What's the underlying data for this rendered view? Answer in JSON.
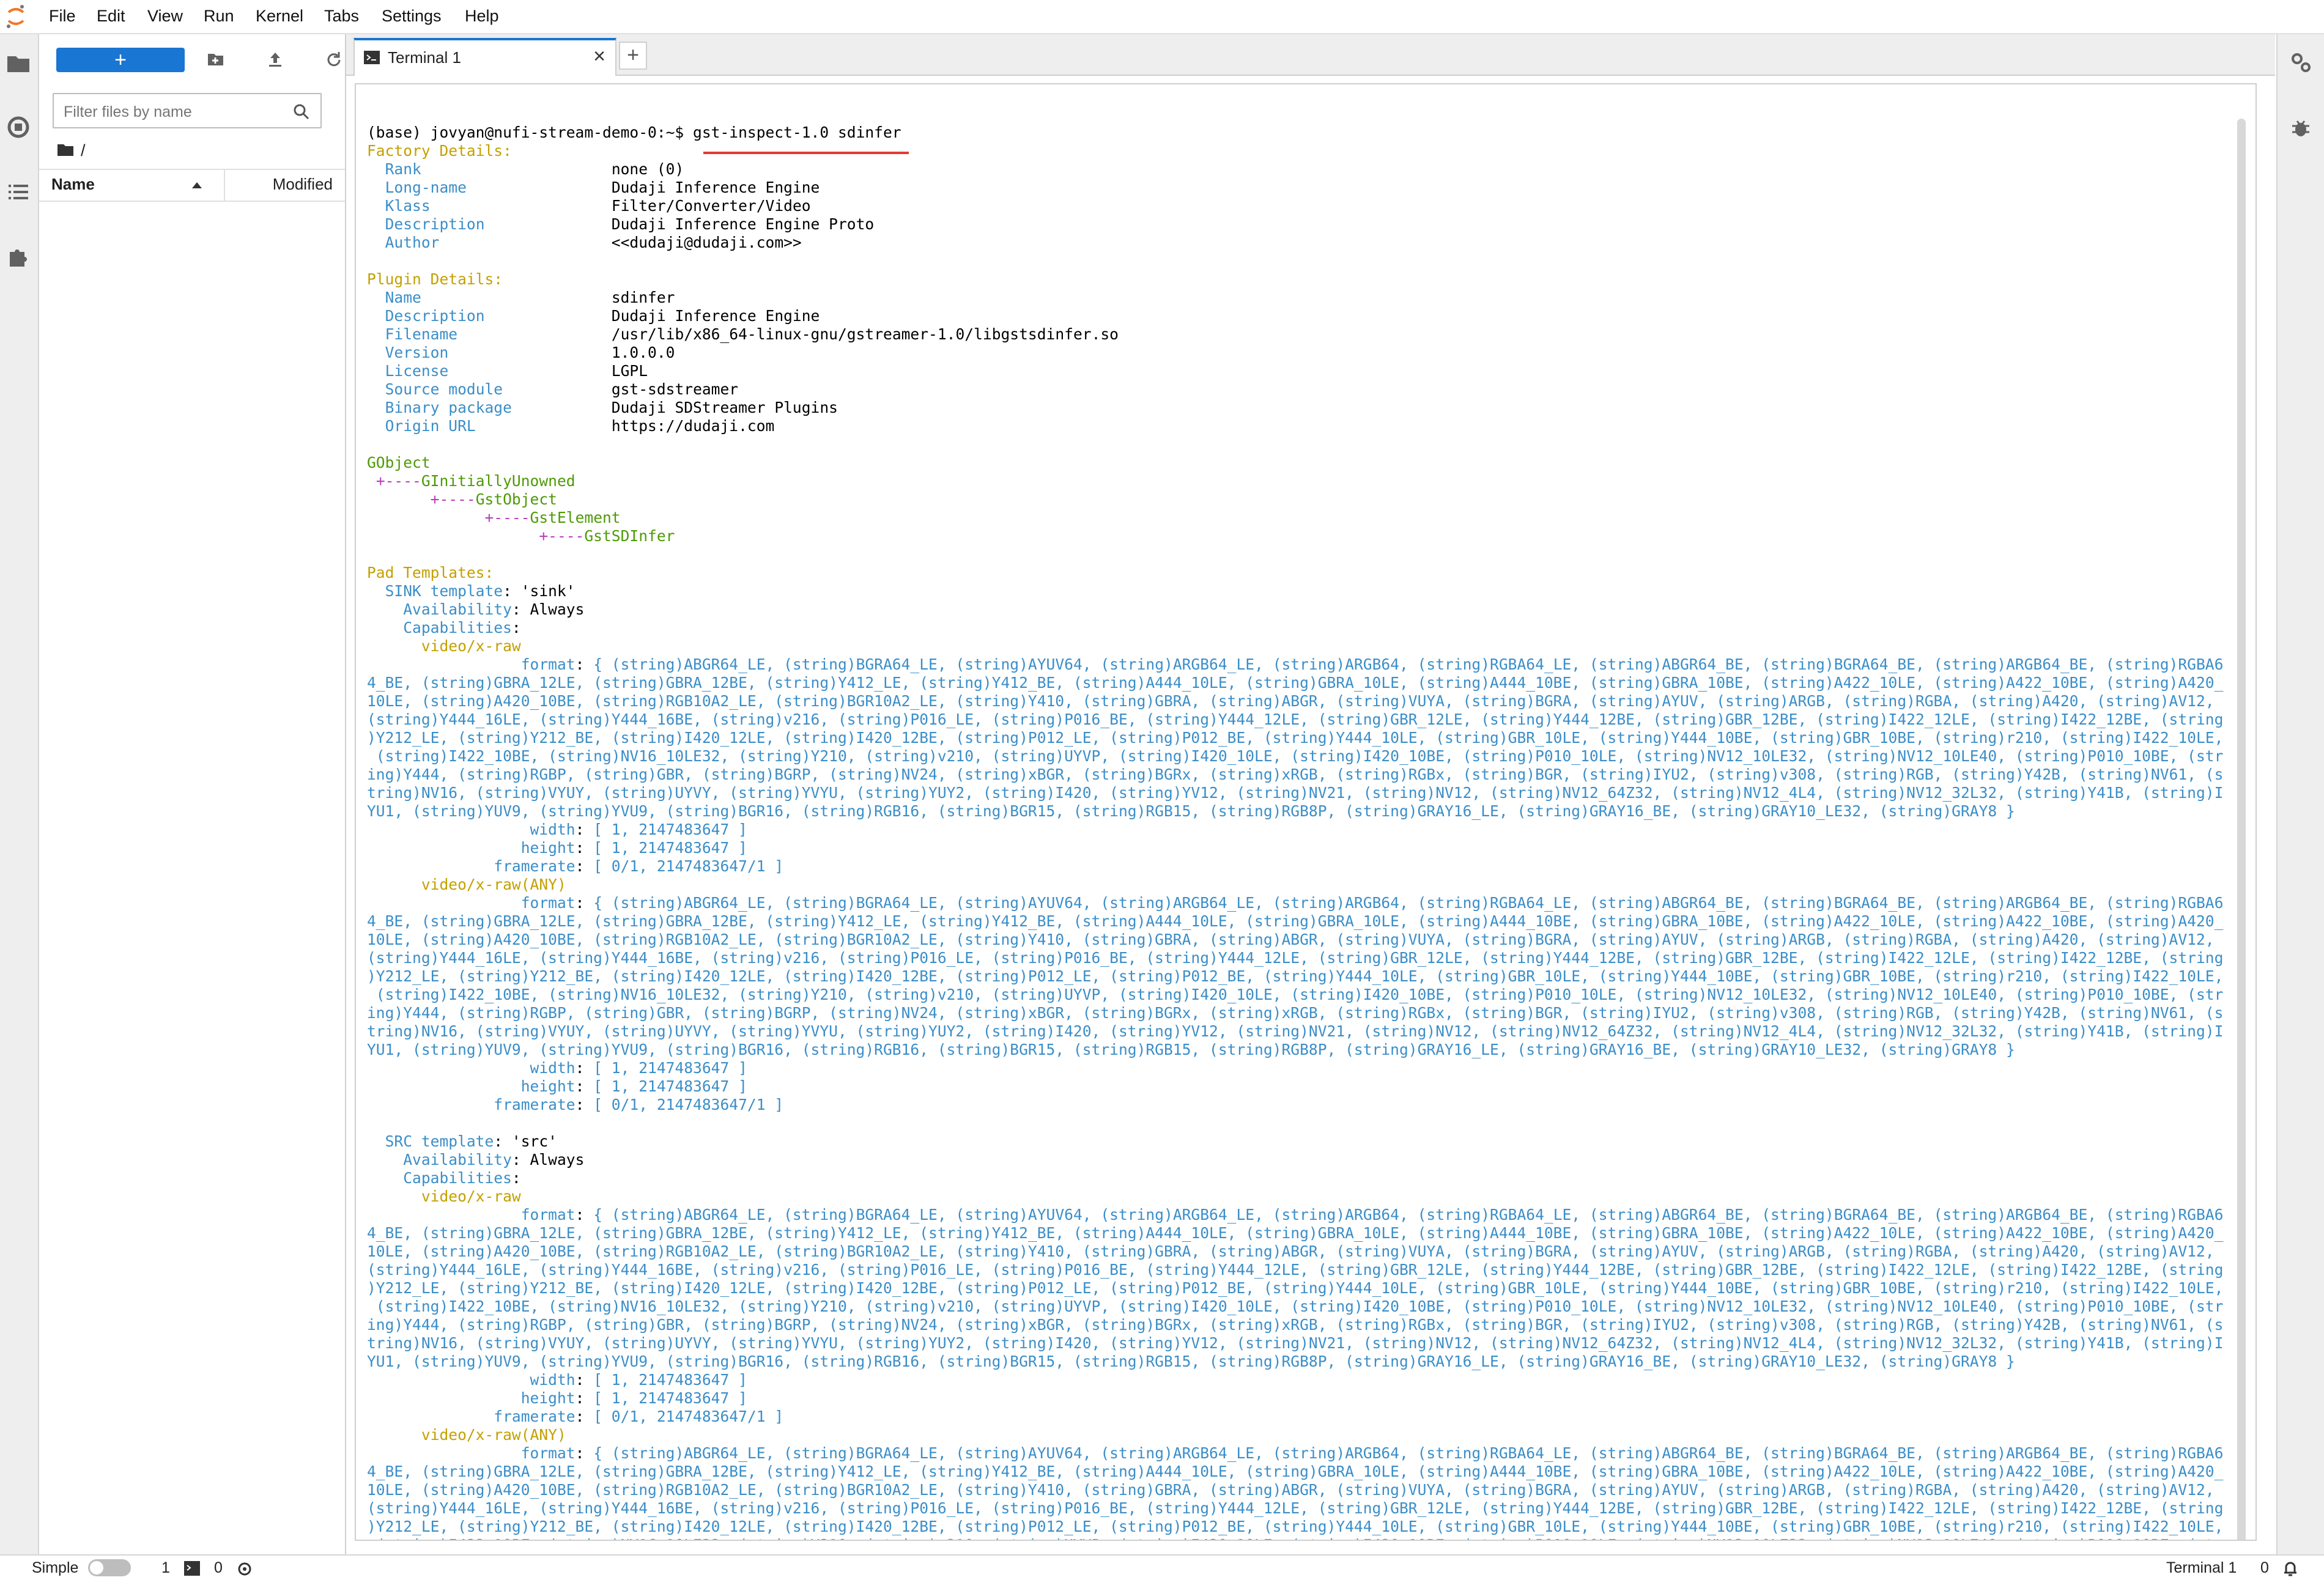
{
  "menu": [
    "File",
    "Edit",
    "View",
    "Run",
    "Kernel",
    "Tabs",
    "Settings",
    "Help"
  ],
  "file_browser": {
    "new_launcher_label": "+",
    "filter_placeholder": "Filter files by name",
    "breadcrumb_root": "/",
    "col_name": "Name",
    "col_modified": "Modified"
  },
  "tabs": [
    {
      "label": "Terminal 1",
      "close": "×"
    }
  ],
  "add_tab_label": "+",
  "terminal": {
    "prompt": "(base) jovyan@nufi-stream-demo-0:~$ ",
    "command": "gst-inspect-1.0 sdinfer",
    "factory_header": "Factory Details:",
    "factory": [
      [
        "Rank",
        "none (0)"
      ],
      [
        "Long-name",
        "Dudaji Inference Engine"
      ],
      [
        "Klass",
        "Filter/Converter/Video"
      ],
      [
        "Description",
        "Dudaji Inference Engine Proto"
      ],
      [
        "Author",
        "<<dudaji@dudaji.com>>"
      ]
    ],
    "plugin_header": "Plugin Details:",
    "plugin": [
      [
        "Name",
        "sdinfer"
      ],
      [
        "Description",
        "Dudaji Inference Engine"
      ],
      [
        "Filename",
        "/usr/lib/x86_64-linux-gnu/gstreamer-1.0/libgstsdinfer.so"
      ],
      [
        "Version",
        "1.0.0.0"
      ],
      [
        "License",
        "LGPL"
      ],
      [
        "Source module",
        "gst-sdstreamer"
      ],
      [
        "Binary package",
        "Dudaji SDStreamer Plugins"
      ],
      [
        "Origin URL",
        "https://dudaji.com"
      ]
    ],
    "hierarchy": [
      "GObject",
      "GInitiallyUnowned",
      "GstObject",
      "GstElement",
      "GstSDInfer"
    ],
    "pad_header": "Pad Templates:",
    "sink_template": "'sink'",
    "src_template": "'src'",
    "availability": "Always",
    "caps_raw": "video/x-raw",
    "caps_any": "video/x-raw(ANY)",
    "format_lines": [
      "{ (string)ABGR64_LE, (string)BGRA64_LE, (string)AYUV64, (string)ARGB64_LE, (string)ARGB64, (string)RGBA64_LE, (string)ABGR64_BE, (string)BGRA64_BE, (string)ARGB64_BE, (string)RGBA6",
      "4_BE, (string)GBRA_12LE, (string)GBRA_12BE, (string)Y412_LE, (string)Y412_BE, (string)A444_10LE, (string)GBRA_10LE, (string)A444_10BE, (string)GBRA_10BE, (string)A422_10LE, (string)A422_10BE, (string)A420_",
      "10LE, (string)A420_10BE, (string)RGB10A2_LE, (string)BGR10A2_LE, (string)Y410, (string)GBRA, (string)ABGR, (string)VUYA, (string)BGRA, (string)AYUV, (string)ARGB, (string)RGBA, (string)A420, (string)AV12,",
      "(string)Y444_16LE, (string)Y444_16BE, (string)v216, (string)P016_LE, (string)P016_BE, (string)Y444_12LE, (string)GBR_12LE, (string)Y444_12BE, (string)GBR_12BE, (string)I422_12LE, (string)I422_12BE, (string",
      ")Y212_LE, (string)Y212_BE, (string)I420_12LE, (string)I420_12BE, (string)P012_LE, (string)P012_BE, (string)Y444_10LE, (string)GBR_10LE, (string)Y444_10BE, (string)GBR_10BE, (string)r210, (string)I422_10LE,",
      " (string)I422_10BE, (string)NV16_10LE32, (string)Y210, (string)v210, (string)UYVP, (string)I420_10LE, (string)I420_10BE, (string)P010_10LE, (string)NV12_10LE32, (string)NV12_10LE40, (string)P010_10BE, (str",
      "ing)Y444, (string)RGBP, (string)GBR, (string)BGRP, (string)NV24, (string)xBGR, (string)BGRx, (string)xRGB, (string)RGBx, (string)BGR, (string)IYU2, (string)v308, (string)RGB, (string)Y42B, (string)NV61, (s",
      "tring)NV16, (string)VYUY, (string)UYVY, (string)YVYU, (string)YUY2, (string)I420, (string)YV12, (string)NV21, (string)NV12, (string)NV12_64Z32, (string)NV12_4L4, (string)NV12_32L32, (string)Y41B, (string)I",
      "YU1, (string)YUV9, (string)YVU9, (string)BGR16, (string)RGB16, (string)BGR15, (string)RGB15, (string)RGB8P, (string)GRAY16_LE, (string)GRAY16_BE, (string)GRAY10_LE32, (string)GRAY8 }"
    ],
    "width_value": "[ 1, 2147483647 ]",
    "height_value": "[ 1, 2147483647 ]",
    "framerate_value": "[ 0/1, 2147483647/1 ]"
  },
  "status": {
    "mode_label": "Simple",
    "count_terminals": "1",
    "count_kernels": "0",
    "right_label": "Terminal 1",
    "right_count": "0"
  },
  "colors": {
    "accent": "#1976d2",
    "term_yellow": "#c4a000",
    "term_green": "#4e9a06",
    "term_magenta": "#bc3fbc",
    "term_cyan": "#3b8ec8",
    "underline_red": "#e53935"
  }
}
